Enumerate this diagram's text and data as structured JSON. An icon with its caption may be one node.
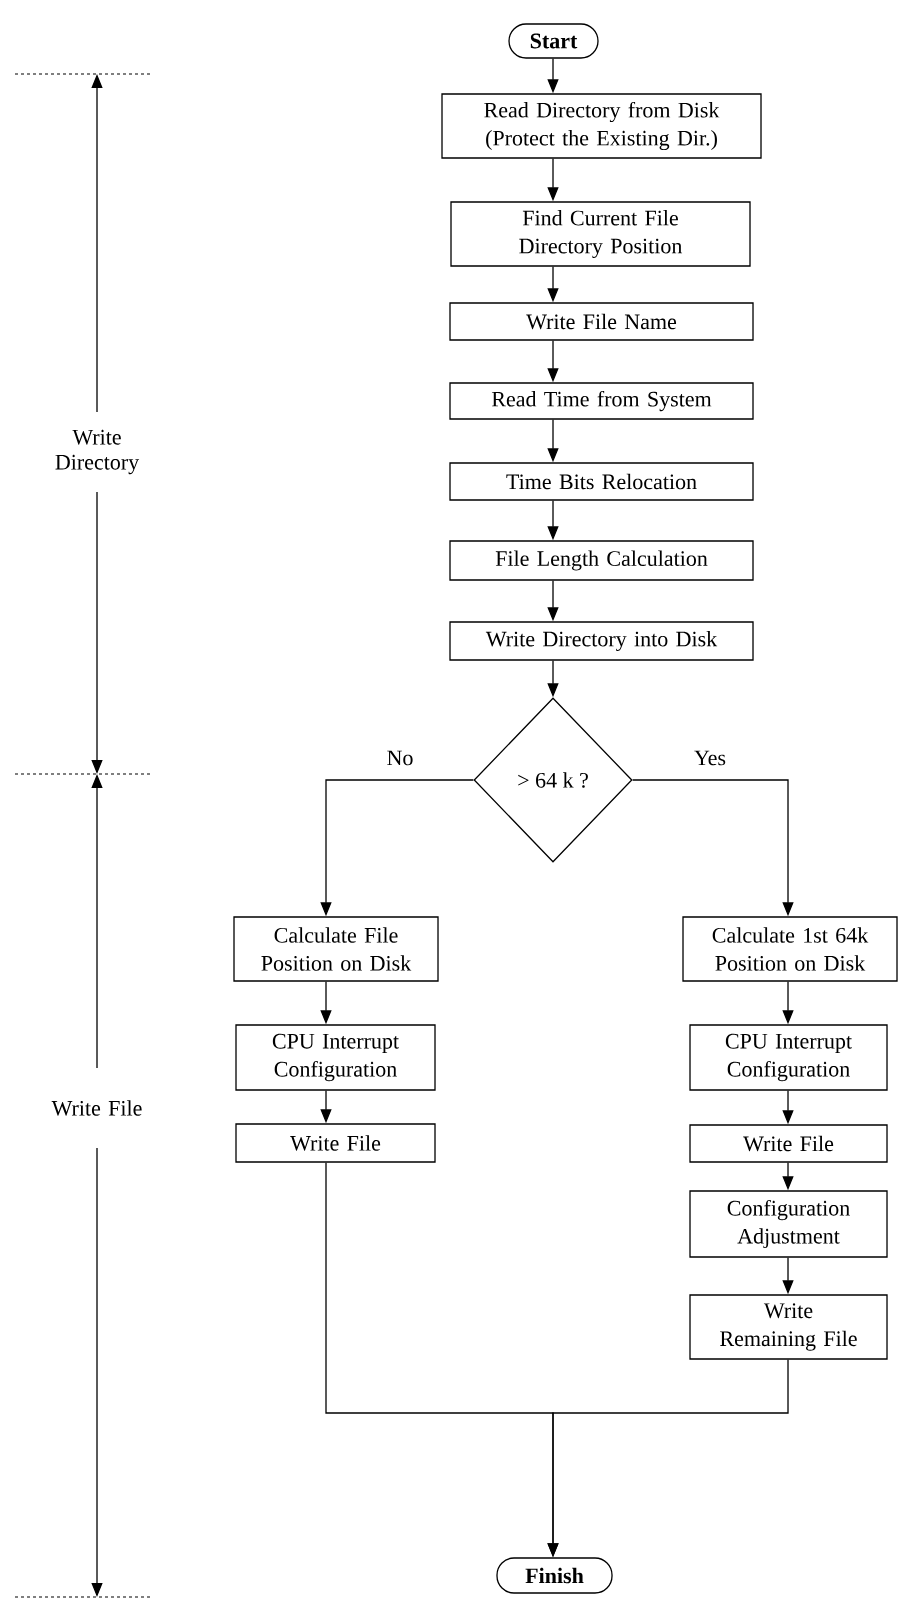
{
  "diagram": {
    "nodes": [
      {
        "text": [
          "Start"
        ]
      },
      {
        "text": [
          "Read Directory from Disk (Protect the Existing Dir.)"
        ]
      },
      {
        "text": [
          "Find Current File Directory Position"
        ]
      },
      {
        "text": [
          "Write File Name"
        ]
      },
      {
        "text": [
          "Read Time from System"
        ]
      },
      {
        "text": [
          "Time Bits Relocation"
        ]
      },
      {
        "text": [
          "File Length Calculation"
        ]
      },
      {
        "text": [
          "Write Directory into Disk"
        ]
      },
      {
        "text": [
          "> 64 k ?"
        ]
      },
      {
        "text": [
          "Calculate File Position on Disk"
        ]
      },
      {
        "text": [
          "CPU Interrupt Configuration"
        ]
      },
      {
        "text": [
          "Write File"
        ]
      },
      {
        "text": [
          "Calculate 1st 64k Position on Disk"
        ]
      },
      {
        "text": [
          "CPU Interrupt Configuration"
        ]
      },
      {
        "text": [
          "Write File"
        ]
      },
      {
        "text": [
          "Configuration Adjustment"
        ]
      },
      {
        "text": [
          "Write Remaining File"
        ]
      },
      {
        "text": [
          "Finish"
        ]
      }
    ],
    "edges": [
      {
        "from": 0,
        "to": 1,
        "arrow": "to"
      },
      {
        "from": 1,
        "to": 2,
        "arrow": "to"
      },
      {
        "from": 2,
        "to": 3,
        "arrow": "to"
      },
      {
        "from": 3,
        "to": 4,
        "arrow": "to"
      },
      {
        "from": 4,
        "to": 5,
        "arrow": "to"
      },
      {
        "from": 5,
        "to": 6,
        "arrow": "to"
      },
      {
        "from": 6,
        "to": 7,
        "arrow": "to"
      },
      {
        "from": 7,
        "to": 8,
        "arrow": "to"
      },
      {
        "from": 8,
        "to": 9,
        "arrow": "to",
        "label": "No"
      },
      {
        "from": 8,
        "to": 12,
        "arrow": "to",
        "label": "Yes"
      },
      {
        "from": 9,
        "to": 10,
        "arrow": "to"
      },
      {
        "from": 10,
        "to": 11,
        "arrow": "to"
      },
      {
        "from": 12,
        "to": 13,
        "arrow": "to"
      },
      {
        "from": 13,
        "to": 14,
        "arrow": "to"
      },
      {
        "from": 14,
        "to": 15,
        "arrow": "to"
      },
      {
        "from": 15,
        "to": 16,
        "arrow": "to"
      },
      {
        "from": 11,
        "to": 17,
        "arrow": "to"
      },
      {
        "from": 16,
        "to": 17,
        "arrow": "to"
      }
    ],
    "labels": [
      "Write Directory",
      "Write File"
    ]
  }
}
